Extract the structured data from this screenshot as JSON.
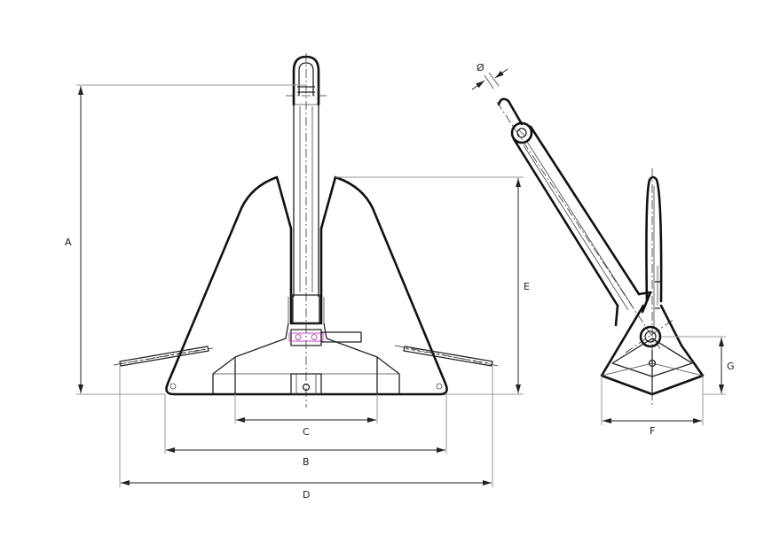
{
  "dimension_labels": {
    "A": "A",
    "B": "B",
    "C": "C",
    "D": "D",
    "E": "E",
    "F": "F",
    "G": "G",
    "diameter": "Ø"
  }
}
